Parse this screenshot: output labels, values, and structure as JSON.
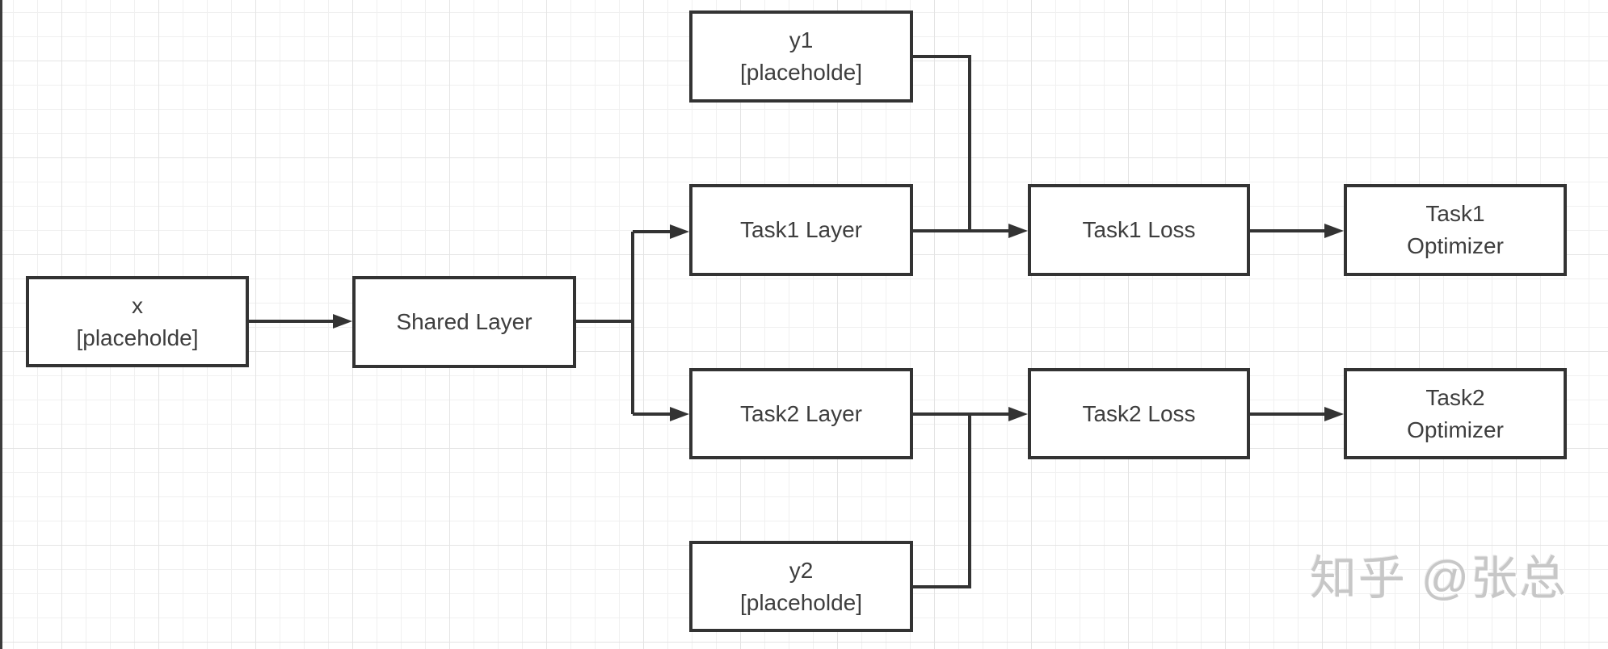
{
  "nodes": {
    "x_input": {
      "lines": [
        "x",
        "[placeholde]"
      ]
    },
    "shared_layer": {
      "lines": [
        "Shared Layer"
      ]
    },
    "y1": {
      "lines": [
        "y1",
        "[placeholde]"
      ]
    },
    "task1_layer": {
      "lines": [
        "Task1 Layer"
      ]
    },
    "task2_layer": {
      "lines": [
        "Task2 Layer"
      ]
    },
    "y2": {
      "lines": [
        "y2",
        "[placeholde]"
      ]
    },
    "task1_loss": {
      "lines": [
        "Task1 Loss"
      ]
    },
    "task2_loss": {
      "lines": [
        "Task2 Loss"
      ]
    },
    "task1_optimizer": {
      "lines": [
        "Task1",
        "Optimizer"
      ]
    },
    "task2_optimizer": {
      "lines": [
        "Task2",
        "Optimizer"
      ]
    }
  },
  "watermark": {
    "text": "知乎 @张总"
  },
  "colors": {
    "stroke": "#333333",
    "node_fill": "#ffffff",
    "node_text": "#3e3e3e",
    "background": "#ffffff",
    "grid_minor": "#f0f0f0",
    "grid_major": "#e4e4e4",
    "watermark": "#c7c7c7"
  }
}
